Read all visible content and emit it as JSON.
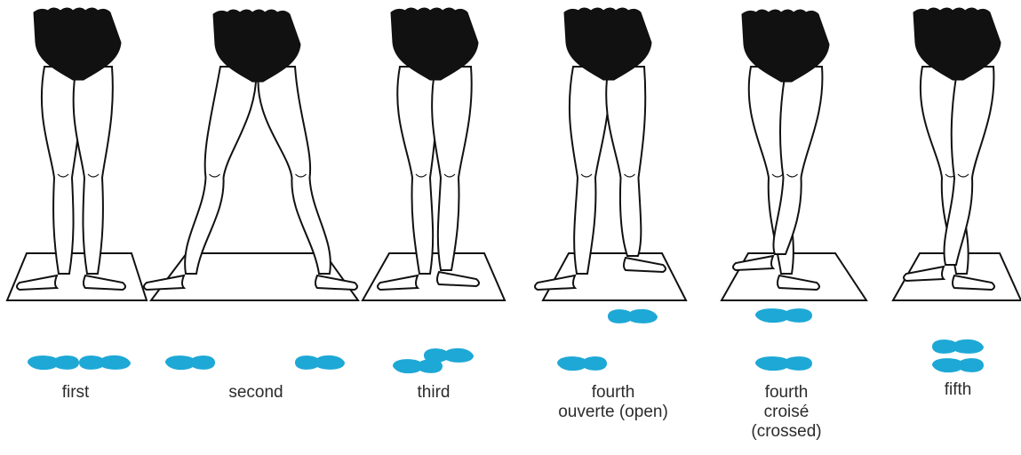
{
  "figure": {
    "colors": {
      "ink": "#111111",
      "skin": "#ffffff",
      "footprint": "#1da8d6",
      "label": "#2b2b2b"
    },
    "icons": [
      "leg-figure-icon",
      "floor-square-icon",
      "footprint-icon"
    ]
  },
  "positions": [
    {
      "id": "first",
      "label": "first"
    },
    {
      "id": "second",
      "label": "second"
    },
    {
      "id": "third",
      "label": "third"
    },
    {
      "id": "fourth-open",
      "label": "fourth\nouverte (open)"
    },
    {
      "id": "fourth-crossed",
      "label": "fourth\ncroisé\n(crossed)"
    },
    {
      "id": "fifth",
      "label": "fifth"
    }
  ]
}
